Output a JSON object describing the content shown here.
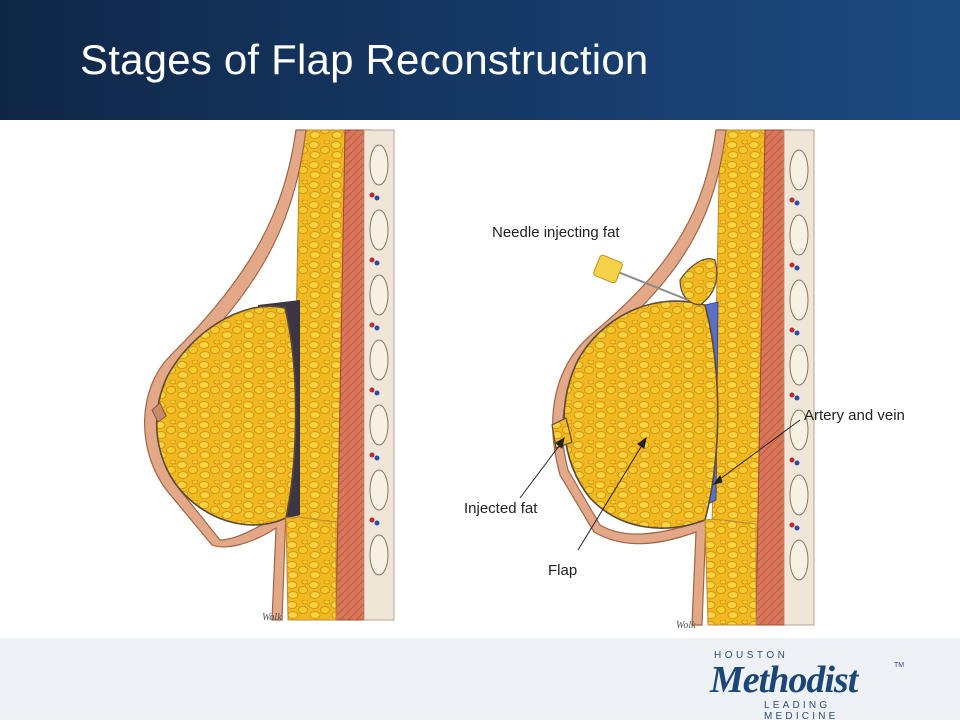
{
  "header": {
    "title": "Stages of Flap Reconstruction"
  },
  "labels": {
    "needle": "Needle injecting fat",
    "artery": "Artery and vein",
    "injected": "Injected fat",
    "flap": "Flap"
  },
  "logo": {
    "top": "HOUSTON",
    "name": "Methodist",
    "tm": "TM",
    "tagline": "LEADING MEDICINE"
  },
  "colors": {
    "header": "#163a68",
    "fat": "#f2b81f",
    "muscle": "#d9775a",
    "skin": "#e2a887",
    "brand": "#1b4677"
  }
}
